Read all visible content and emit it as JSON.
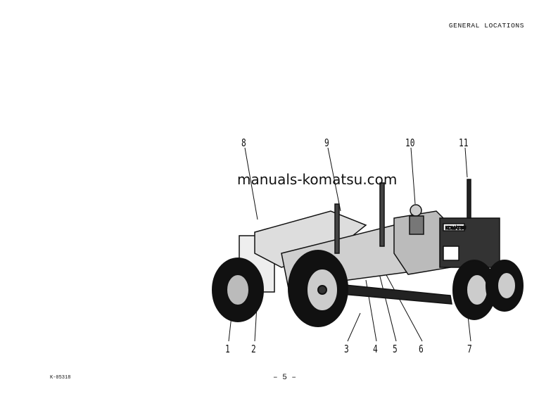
{
  "header": {
    "section_title": "GENERAL LOCATIONS"
  },
  "watermark": {
    "text": "manuals-komatsu.com"
  },
  "callouts": {
    "c1": "1",
    "c2": "2",
    "c3": "3",
    "c4": "4",
    "c5": "5",
    "c6": "6",
    "c7": "7",
    "c8": "8",
    "c9": "9",
    "c10": "10",
    "c11": "11"
  },
  "footer": {
    "doc_ref": "K-05318",
    "page_number": "– 5 –"
  },
  "illustration": {
    "subject": "motor-grader",
    "logo_text": "KOMATSU"
  }
}
